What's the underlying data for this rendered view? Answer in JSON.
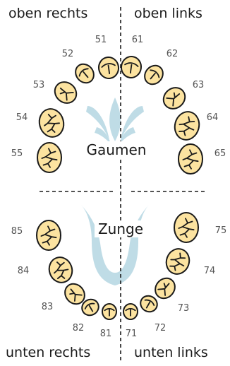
{
  "labels": {
    "top_left": "oben rechts",
    "top_right": "oben links",
    "bottom_left": "unten rechts",
    "bottom_right": "unten links",
    "palate": "Gaumen",
    "tongue": "Zunge"
  },
  "colors": {
    "tooth_fill": "#FCE3A0",
    "tooth_stroke": "#1a1a1a",
    "fissure": "#1a1a1a",
    "decor": "#BFDCE6",
    "divider": "#1a1a1a"
  },
  "teeth": [
    {
      "id": "51",
      "label": "51",
      "type": "incisor",
      "quadrant": "upper-right"
    },
    {
      "id": "52",
      "label": "52",
      "type": "incisor",
      "quadrant": "upper-right"
    },
    {
      "id": "53",
      "label": "53",
      "type": "canine",
      "quadrant": "upper-right"
    },
    {
      "id": "54",
      "label": "54",
      "type": "molar",
      "quadrant": "upper-right"
    },
    {
      "id": "55",
      "label": "55",
      "type": "molar",
      "quadrant": "upper-right"
    },
    {
      "id": "61",
      "label": "61",
      "type": "incisor",
      "quadrant": "upper-left"
    },
    {
      "id": "62",
      "label": "62",
      "type": "incisor",
      "quadrant": "upper-left"
    },
    {
      "id": "63",
      "label": "63",
      "type": "canine",
      "quadrant": "upper-left"
    },
    {
      "id": "64",
      "label": "64",
      "type": "molar",
      "quadrant": "upper-left"
    },
    {
      "id": "65",
      "label": "65",
      "type": "molar",
      "quadrant": "upper-left"
    },
    {
      "id": "85",
      "label": "85",
      "type": "molar",
      "quadrant": "lower-right"
    },
    {
      "id": "84",
      "label": "84",
      "type": "molar",
      "quadrant": "lower-right"
    },
    {
      "id": "83",
      "label": "83",
      "type": "canine",
      "quadrant": "lower-right"
    },
    {
      "id": "82",
      "label": "82",
      "type": "incisor",
      "quadrant": "lower-right"
    },
    {
      "id": "81",
      "label": "81",
      "type": "incisor",
      "quadrant": "lower-right"
    },
    {
      "id": "75",
      "label": "75",
      "type": "molar",
      "quadrant": "lower-left"
    },
    {
      "id": "74",
      "label": "74",
      "type": "molar",
      "quadrant": "lower-left"
    },
    {
      "id": "73",
      "label": "73",
      "type": "canine",
      "quadrant": "lower-left"
    },
    {
      "id": "72",
      "label": "72",
      "type": "incisor",
      "quadrant": "lower-left"
    },
    {
      "id": "71",
      "label": "71",
      "type": "incisor",
      "quadrant": "lower-left"
    }
  ]
}
